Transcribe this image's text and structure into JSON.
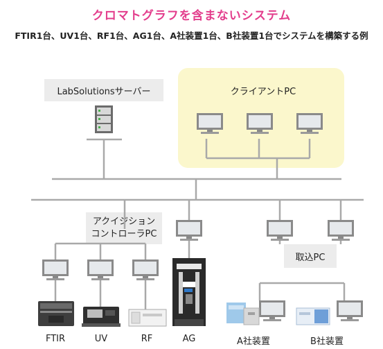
{
  "title": "クロマトグラフを含まないシステム",
  "subtitle": "FTIR1台、UV1台、RF1台、AG1台、A社装置1台、B社装置1台でシステムを構築する例",
  "server": {
    "label": "LabSolutionsサーバー"
  },
  "clients": {
    "label": "クライアントPC",
    "count": 3
  },
  "acquisition": {
    "label_line1": "アクイジション",
    "label_line2": "コントローラPC"
  },
  "capture": {
    "label": "取込PC"
  },
  "devices": [
    {
      "label": "FTIR"
    },
    {
      "label": "UV"
    },
    {
      "label": "RF"
    },
    {
      "label": "AG"
    },
    {
      "label": "A社装置"
    },
    {
      "label": "B社装置"
    }
  ],
  "colors": {
    "title": "#e33d8c",
    "line": "#a9a9a9",
    "client_bg": "#fbf7cc",
    "label_bg": "#ececec"
  }
}
